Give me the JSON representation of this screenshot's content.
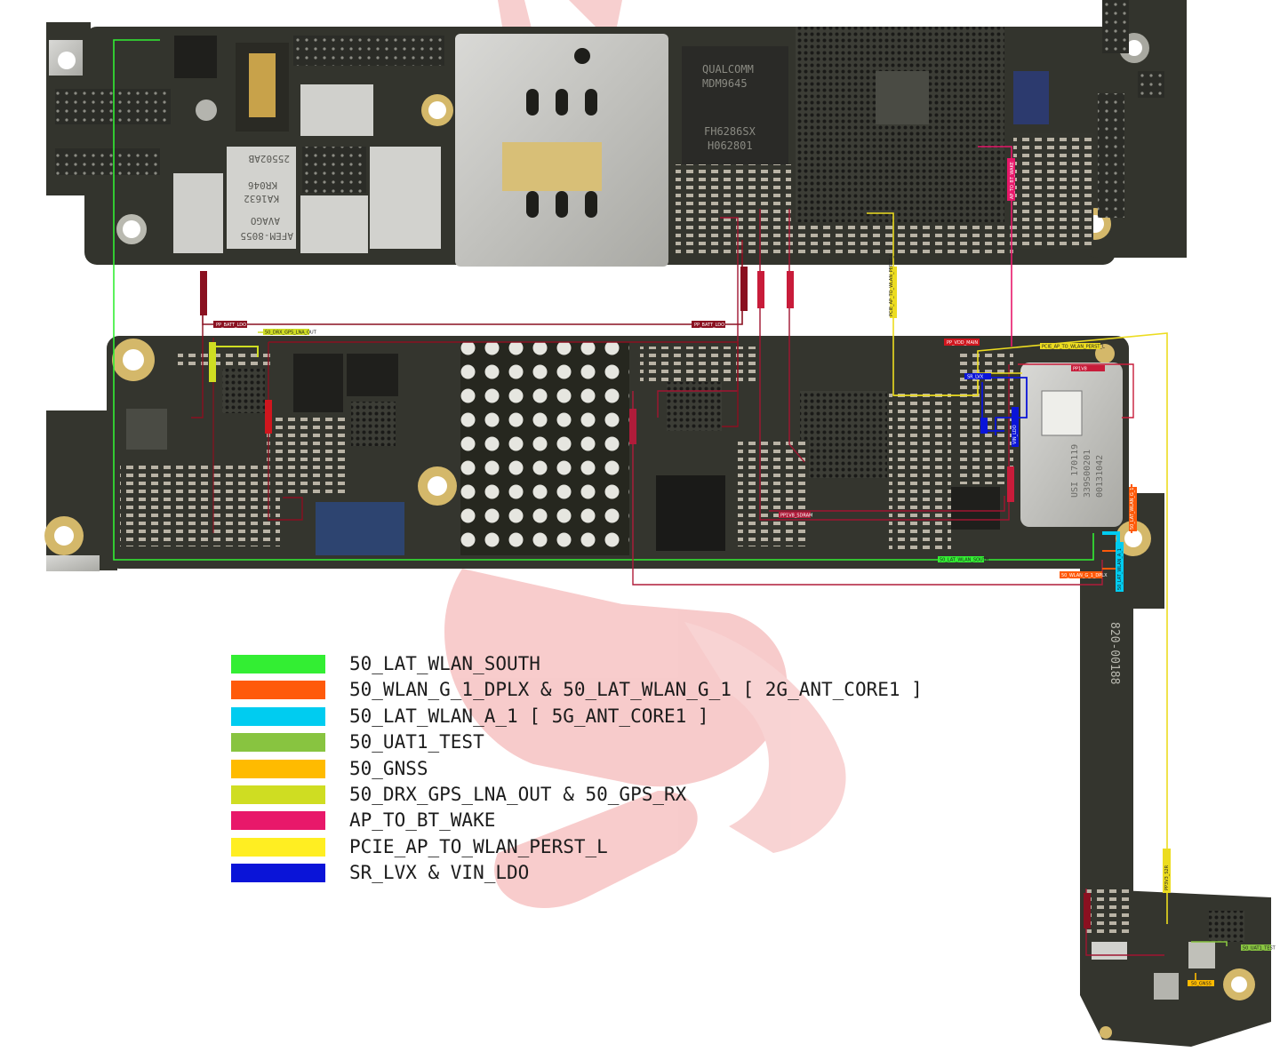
{
  "legend": [
    {
      "label": "50_LAT_WLAN_SOUTH",
      "color": "#33ee33"
    },
    {
      "label": "50_WLAN_G_1_DPLX & 50_LAT_WLAN_G_1 [ 2G_ANT_CORE1 ]",
      "color": "#ff5a0a"
    },
    {
      "label": "50_LAT_WLAN_A_1 [ 5G_ANT_CORE1 ]",
      "color": "#00ccf0"
    },
    {
      "label": "50_UAT1_TEST",
      "color": "#88c440"
    },
    {
      "label": "50_GNSS",
      "color": "#ffbb00"
    },
    {
      "label": "50_DRX_GPS_LNA_OUT & 50_GPS_RX",
      "color": "#cfdd22"
    },
    {
      "label": "AP_TO_BT_WAKE",
      "color": "#e8186a"
    },
    {
      "label": "PCIE_AP_TO_WLAN_PERST_L",
      "color": "#ffee22"
    },
    {
      "label": "SR_LVX & VIN_LDO",
      "color": "#0a14d8"
    }
  ],
  "chip_markings": {
    "qualcomm": [
      "QUALCOMM",
      "MDM9645",
      "FH6286SX",
      "H062801"
    ],
    "avago": [
      "25502AB",
      "KR046",
      "KA1632",
      "AVAGO",
      "AFEM-8055"
    ],
    "wifi_module": [
      "USI 170119",
      "339S00201",
      "00131042"
    ],
    "board_number": "820-00188"
  },
  "net_tags": {
    "pp_bat_ldo": "PP_BATT_LDO",
    "drx_gps": "50_DRX_GPS_LNA_OUT",
    "pp_vdd_main": "PP_VDD_MAIN",
    "pcie_perst": "PCIE_AP_TO_WLAN_PERST_L",
    "sr_lvx": "SR_LVX",
    "vin_ldo": "VIN_LDO",
    "lat_wlan_south": "50_LAT_WLAN_SOUTH",
    "wlan_g1_dplx": "50_WLAN_G_1_DPLX",
    "lat_wlan_g1": "50_LAT_WLAN_G_1",
    "lat_wlan_a1": "50_LAT_WLAN_A_1",
    "uat1_test": "50_UAT1_TEST",
    "gnss": "50_GNSS",
    "ap_bt_wake": "AP_TO_BT_WAKE",
    "pp1v8_sdram": "PP1V8_SDRAM",
    "pp1v8": "PP1V8",
    "pp3v3": "PP3V3_S2R"
  }
}
